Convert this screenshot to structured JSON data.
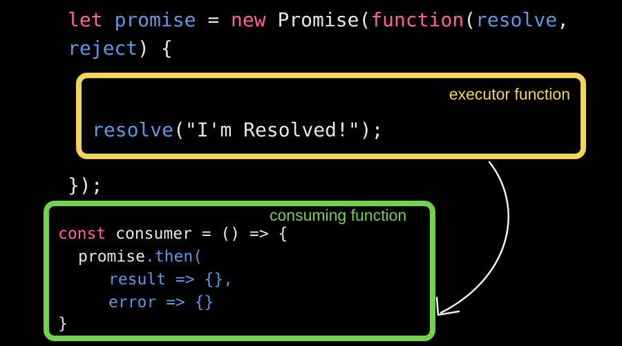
{
  "header": {
    "kw_let": "let",
    "var_promise": "promise",
    "eq": "=",
    "kw_new": "new",
    "ctor": "Promise(",
    "kw_function": "function",
    "paren_open": "(",
    "param_resolve": "resolve",
    "comma": ",",
    "param_reject": "reject",
    "paren_close_brace": ") {"
  },
  "executor": {
    "label": "executor function",
    "call_name": "resolve",
    "call_args": "(\"I'm Resolved!\");"
  },
  "closing": "});",
  "consumer": {
    "label": "consuming function",
    "kw_const": "const",
    "name": "consumer = () => {",
    "promise": "promise",
    "then": ".then(",
    "result_line": "result => {},",
    "error_line": "error => {}",
    "close": "}"
  },
  "colors": {
    "keyword": "#ff5fa8",
    "function_blue": "#5d98e0",
    "executor_box": "#f3d45a",
    "consumer_box": "#72d14e",
    "text": "#e6e6e6",
    "background": "#000000"
  }
}
